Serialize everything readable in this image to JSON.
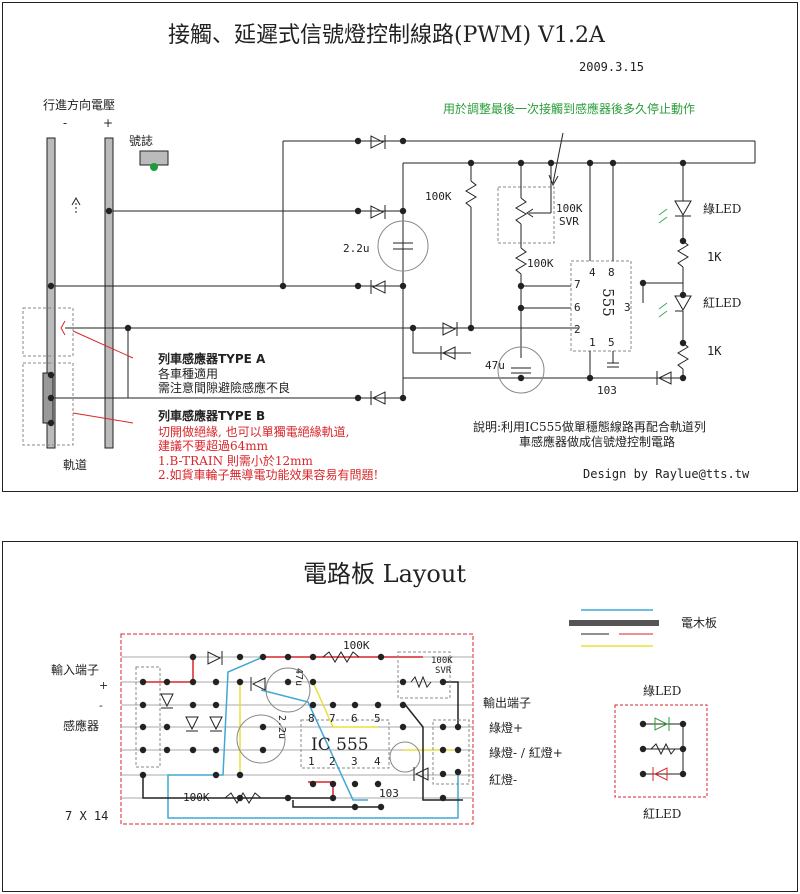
{
  "schematic": {
    "title": "接觸、延遲式信號燈控制線路(PWM) V1.2A",
    "date": "2009.3.15",
    "track_voltage_label": "行進方向電壓",
    "minus": "-",
    "plus": "+",
    "signal_label": "號誌",
    "svr_note": "用於調整最後一次接觸到感應器後多久停止動作",
    "r1": "100K",
    "r2": "100K",
    "svr": "100K",
    "svr_sub": "SVR",
    "cap1": "2.2u",
    "cap2": "47u",
    "cap3": "103",
    "green_led": "綠LED",
    "red_led": "紅LED",
    "res_1k_a": "1K",
    "res_1k_b": "1K",
    "ic": "555",
    "pins": {
      "p4": "4",
      "p8": "8",
      "p7": "7",
      "p6": "6",
      "p3": "3",
      "p2": "2",
      "p1": "1",
      "p5": "5"
    },
    "sensor_a_title": "列車感應器TYPE A",
    "sensor_a_line1": "各車種適用",
    "sensor_a_line2": "需注意間隙避險感應不良",
    "sensor_b_title": "列車感應器TYPE B",
    "sensor_b_line1": "切開做絕緣, 也可以單獨電絕緣軌道,",
    "sensor_b_line2": "建議不要超過64mm",
    "sensor_b_line3": "1.B-TRAIN 則需小於12mm",
    "sensor_b_line4": "2.如貨車輪子無導電功能效果容易有問題!",
    "track_label": "軌道",
    "desc_line1": "說明:利用IC555做單穩態線路再配合軌道列",
    "desc_line2": "車感應器做成信號燈控制電路",
    "credit": "Design by Raylue@tts.tw"
  },
  "layout": {
    "title": "電路板 Layout",
    "legend_label": "電木板",
    "input_label": "輸入端子",
    "plus": "+",
    "minus": "-",
    "sensor_label": "感應器",
    "board_size": "7 X 14",
    "r_top": "100K",
    "r_bottom": "100K",
    "svr": "100K",
    "svr_sub": "SVR",
    "cap1": "2.2u",
    "cap2": "47u",
    "cap3": "103",
    "ic": "IC 555",
    "pins_top": [
      "8",
      "7",
      "6",
      "5"
    ],
    "pins_bottom": [
      "1",
      "2",
      "3",
      "4"
    ],
    "output_label": "輸出端子",
    "out1": "綠燈+",
    "out2": "綠燈- / 紅燈+",
    "out3": "紅燈-",
    "green_led": "綠LED",
    "red_led": "紅LED",
    "colors": {
      "blue": "#3fa9d6",
      "red": "#d9262a",
      "yellow": "#e8e03a",
      "green": "#2a9d3a",
      "board": "#555555"
    }
  }
}
